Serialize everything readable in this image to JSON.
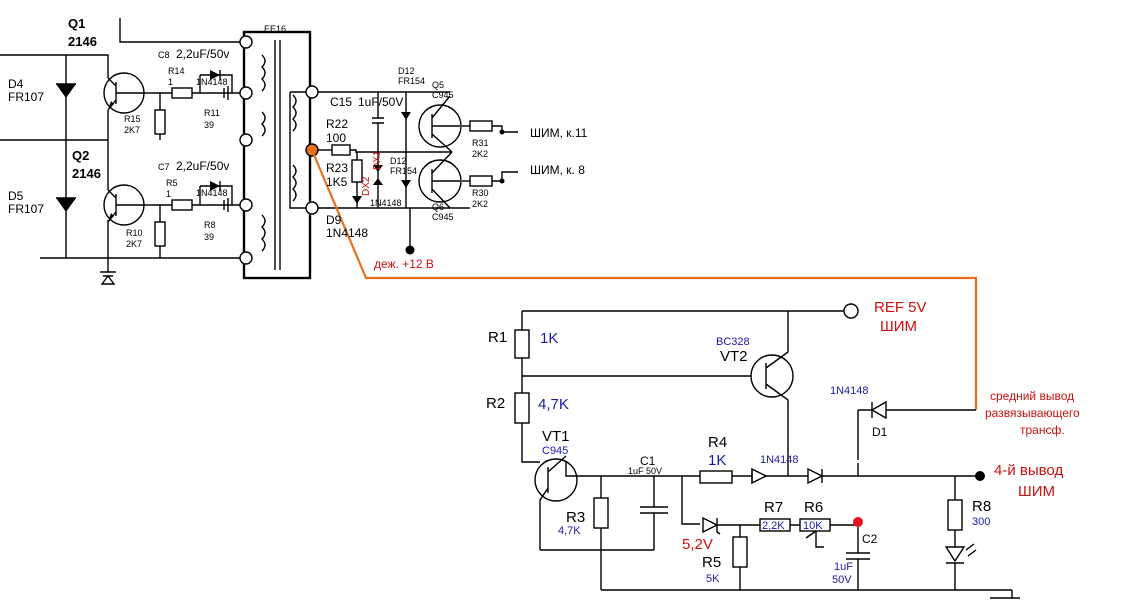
{
  "top": {
    "q1": "Q1",
    "q1_part": "2146",
    "q2": "Q2",
    "q2_part": "2146",
    "d4": "D4",
    "d4_part": "FR107",
    "d5": "D5",
    "d5_part": "FR107",
    "c8": "C8",
    "c8_val": "2,2uF/50v",
    "c7": "C7",
    "c7_val": "2,2uF/50v",
    "r14": "R14",
    "r14_val": "1",
    "r5": "R5",
    "r5_val": "1",
    "r15": "R15",
    "r15_val": "2K7",
    "r10": "R10",
    "r10_val": "2K7",
    "r11": "R11",
    "r11_val": "39",
    "r8": "R8",
    "r8_val": "39",
    "diode_a": "1N4148",
    "diode_b": "1N4148",
    "transformer": "EE16",
    "c15": "C15",
    "c15_val": "1uF/50V",
    "r22": "R22",
    "r22_val": "100",
    "r23": "R23",
    "r23_val": "1K5",
    "d9": "D9",
    "d9_part": "1N4148",
    "dx2": "DX2",
    "dx1": "DX1",
    "d12_top": "D12",
    "d12_top_part": "FR154",
    "d12_bot": "D12",
    "d12_bot_part": "FR154",
    "diode_small": "1N4148",
    "q5": "Q5",
    "q5_part": "C945",
    "q6": "Q6",
    "q6_part": "C945",
    "r31": "R31",
    "r31_val": "2K2",
    "r30": "R30",
    "r30_val": "2K2",
    "pwm11": "ШИМ, к.11",
    "pwm8": "ШИМ, к. 8",
    "standby": "деж. +12 В"
  },
  "bottom": {
    "ref_line1": "REF 5V",
    "ref_line2": "ШИМ",
    "r1": "R1",
    "r1_val": "1K",
    "r2": "R2",
    "r2_val": "4,7K",
    "vt2_part": "BC328",
    "vt2": "VT2",
    "vt1": "VT1",
    "vt1_part": "C945",
    "r3": "R3",
    "r3_val": "4,7K",
    "c1": "C1",
    "c1_val": "1uF 50V",
    "r4": "R4",
    "r4_val": "1K",
    "diode_r4": "1N4148",
    "d1_part": "1N4148",
    "d1": "D1",
    "zener_val": "5,2V",
    "r5": "R5",
    "r5_val": "5K",
    "r7": "R7",
    "r7_val": "2,2K",
    "r6": "R6",
    "r6_val": "10K",
    "c2": "C2",
    "c2_val_1": "1uF",
    "c2_val_2": "50V",
    "r8": "R8",
    "r8_val": "300",
    "note_1": "средний вывод",
    "note_2": "развязывающего",
    "note_3": "трансф.",
    "out_1": "4-й вывод",
    "out_2": "ШИМ"
  },
  "colors": {
    "highlight_wire": "#e8701a",
    "label_red": "#cc1010",
    "label_blue": "#1a1aa8"
  }
}
